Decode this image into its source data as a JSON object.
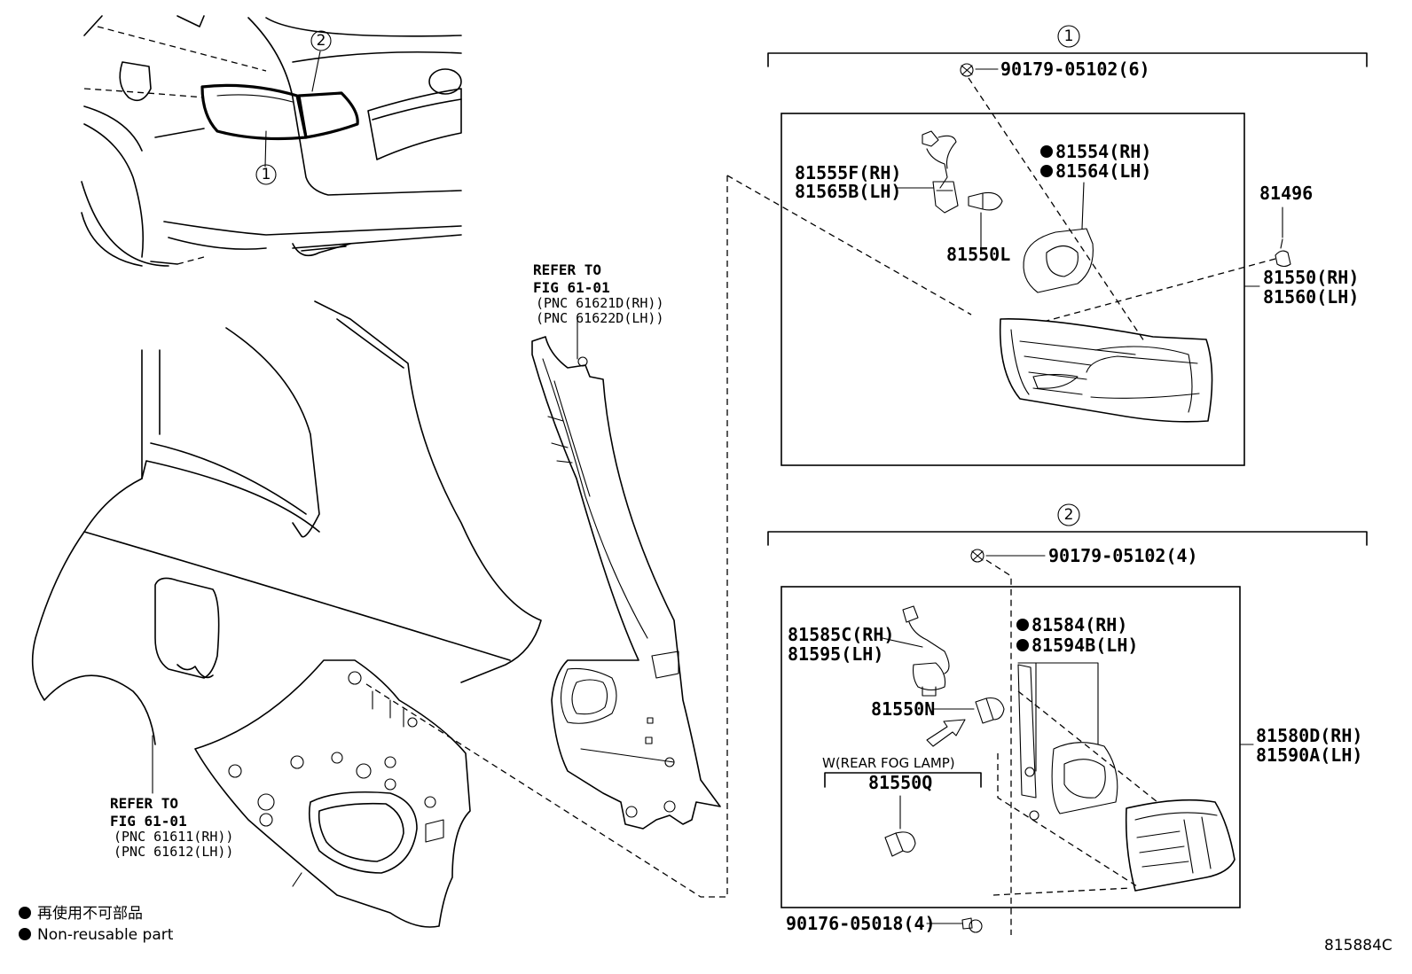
{
  "callouts": {
    "one": "1",
    "two": "2"
  },
  "refer_rear": {
    "line1": "REFER TO",
    "line2": "FIG 61-01",
    "pnc1": "(PNC 61611(RH))",
    "pnc2": "(PNC 61612(LH))"
  },
  "refer_pillar": {
    "line1": "REFER TO",
    "line2": "FIG 61-01",
    "pnc1": "(PNC 61621D(RH))",
    "pnc2": "(PNC 61622D(LH))"
  },
  "group1": {
    "bolt_top": "90179-05102(6)",
    "socket_rh": "81555F(RH)",
    "socket_lh": "81565B(LH)",
    "bulb": "81550L",
    "gasket_rh": "81554(RH)",
    "gasket_lh": "81564(LH)",
    "clip": "81496",
    "lamp_rh": "81550(RH)",
    "lamp_lh": "81560(LH)"
  },
  "group2": {
    "bolt_top": "90179-05102(4)",
    "socket_rh": "81585C(RH)",
    "socket_lh": "81595(LH)",
    "gasket_rh": "81584(RH)",
    "gasket_lh": "81594B(LH)",
    "bulb": "81550N",
    "fog_label": "W(REAR FOG LAMP)",
    "fog_bulb": "81550Q",
    "lamp_rh": "81580D(RH)",
    "lamp_lh": "81590A(LH)",
    "bolt_bottom": "90176-05018(4)"
  },
  "legend": {
    "japanese": "再使用不可部品",
    "english": "Non-reusable part"
  },
  "figure_id": "815884C"
}
